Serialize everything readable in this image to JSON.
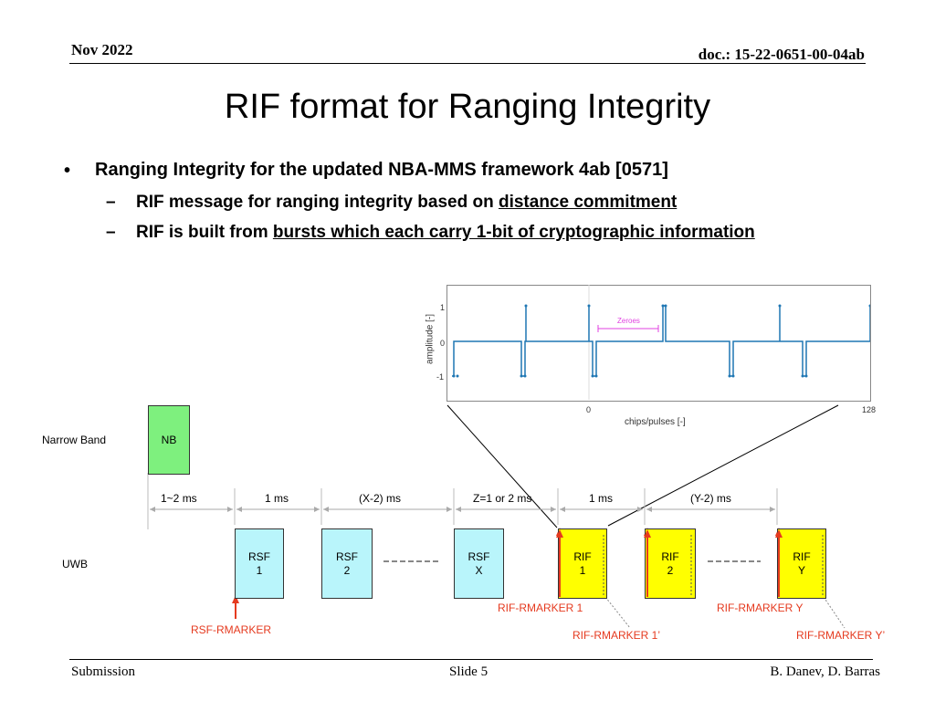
{
  "header": {
    "date": "Nov 2022",
    "doc": "doc.: 15-22-0651-00-04ab"
  },
  "title": "RIF format for Ranging Integrity",
  "bullets": {
    "main": "Ranging Integrity for the updated NBA-MMS framework 4ab [0571]",
    "sub1_prefix": "RIF message for ranging integrity based on ",
    "sub1_underlined": "distance commitment",
    "sub2_prefix": "RIF is built from ",
    "sub2_underlined": "bursts which each carry 1-bit of cryptographic information"
  },
  "plot": {
    "ylabel": "amplitude [-]",
    "xlabel": "chips/pulses [-]",
    "yticks": [
      "1",
      "0",
      "-1"
    ],
    "xticks": [
      "0",
      "128"
    ],
    "annotation": "Zeroes"
  },
  "diagram": {
    "row_narrow": "Narrow Band",
    "row_uwb": "UWB",
    "nb_box": "NB",
    "intervals": [
      "1~2 ms",
      "1 ms",
      "(X-2) ms",
      "Z=1 or 2 ms",
      "1 ms",
      "(Y-2) ms"
    ],
    "rsf": [
      {
        "line1": "RSF",
        "line2": "1"
      },
      {
        "line1": "RSF",
        "line2": "2"
      },
      {
        "line1": "RSF",
        "line2": "X"
      }
    ],
    "rif": [
      {
        "line1": "RIF",
        "line2": "1"
      },
      {
        "line1": "RIF",
        "line2": "2"
      },
      {
        "line1": "RIF",
        "line2": "Y"
      }
    ],
    "markers": {
      "rsf": "RSF-RMARKER",
      "rif1": "RIF-RMARKER 1",
      "rify": "RIF-RMARKER Y",
      "rif1p": "RIF-RMARKER 1’",
      "rifyp": "RIF-RMARKER Y’"
    },
    "colors": {
      "rsf": "#b9f5fb",
      "rif": "#ffff00",
      "nb": "#7ef07e",
      "marker": "#e53a1f",
      "signal": "#1f77b4",
      "zeroes": "#e040e0"
    }
  },
  "footer": {
    "left": "Submission",
    "center": "Slide 5",
    "right": "B. Danev, D. Barras"
  }
}
